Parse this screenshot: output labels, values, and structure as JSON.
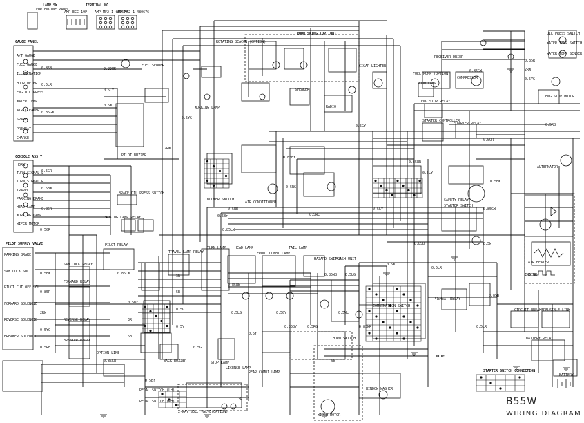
{
  "diagram": {
    "title": "B55W",
    "subtitle": "WIRING DIAGRAM"
  },
  "connectors": {
    "lamp_sw": "LAMP SW.",
    "for_engine_panel": "FOR ENGINE PANEL",
    "terminal_no": "TERMINAL NO",
    "pin_19": "AMP ECC 19P",
    "pin_6": "AMP MF2 1-480674",
    "pin_9": "AMP MF2 1-480676"
  },
  "panels": {
    "gauge_panel": "GAUGE PANEL",
    "console_assy": "CONSOLE ASS'Y",
    "pilot_supply_valve": "PILOT SUPPLY VALVE",
    "engine": "ENGINE",
    "note": "NOTE",
    "starter_switch_connection": "STARTER SWITCH CONNECTION",
    "room_swing": "ROOM SWING (OPTION)",
    "rotating_beacon": "ROTATING BEACON (OPTION)",
    "two_way_sol": "2-WAY SOL. VALVE(OPTION)",
    "option_line": "OPTION LINE"
  },
  "gauge_items": [
    "A/T GAUGE",
    "FUEL GAUGE",
    "ILLUMINATION",
    "HOUR METER",
    "ENG OIL PRESS",
    "WATER TEMP",
    "AIR CLEANER",
    "SPARE",
    "PREHEAT",
    "CHARGE"
  ],
  "console_items": [
    "HORN",
    "TURN SIGNAL L",
    "TURN SIGNAL R",
    "TRAVEL",
    "PARKING BRAKE",
    "HEAD LAMP",
    "WORKING LAMP",
    "WIPER MOTOR"
  ],
  "pilot_items": [
    "PARKING BRAKE",
    "SAM LOCK SOL",
    "PILOT CUT OFF SOL",
    "FORWARD SOLENOID",
    "REVERSE SOLENOID",
    "BREAKER SOLENOID"
  ],
  "components": {
    "fuel_sender": "FUEL SENDER",
    "receiver_dryer": "RECEIVER DRIER",
    "compressor": "COMPRESSOR",
    "room_lamp": "ROOM LAMP",
    "cigar_lighter": "CIGAR LIGHTER",
    "fuel_pump": "FUEL PUMP (OPTION)",
    "starter_controller": "STARTER CONTROLLER",
    "starter_relay": "STARTER RELAY",
    "safety_relay": "SAFETY RELAY",
    "starter_switch": "STARTER SWITCH",
    "alternator": "ALTERNATOR",
    "battery_relay": "BATTERY RELAY",
    "battery": "BATTERY",
    "circuit_breaker": "CIRCUIT BREAKER",
    "fusible_link": "FUSIBLE LINK",
    "heater_relay": "PREHEAT RELAY",
    "air_heater": "AIR HEATER",
    "pilot buzzer": "PILOT BUZZER",
    "blower_switch": "BLOWER SWITCH",
    "air_conditioner": "AIR CONDITIONER",
    "front_combi_lamp": "FRONT COMBI LAMP",
    "rear_combi_lamp": "REAR COMBI LAMP",
    "hazard_switch": "HAZARD SWITCH",
    "flash_unit": "FLASH UNIT",
    "horn_switch": "HORN SWITCH",
    "wiper_motor": "WIPER MOTOR",
    "washer": "WINDOW WASHER",
    "license_lamp": "LICENSE LAMP",
    "stop_lamp": "STOP LAMP",
    "back_buzzer": "BACK BUZZER",
    "brake_oil_press_switch": "BRAKE OIL PRESS SWITCH",
    "parking_lamp_relay": "PARKING LAMP RELAY",
    "working_lamp": "WORKING LAMP",
    "speaker": "SPEAKER",
    "radio": "RADIO",
    "eng_stop_motor": "ENG STOP MOTOR",
    "eng_stop_relay": "ENG STOP RELAY",
    "oil_press_switch": "OIL PRESS SWITCH",
    "water_temp_switch": "WATER TEMP SWITCH",
    "water_temp_sender": "WATER TEMP SENDER",
    "travel_lamp_relay": "TRAVEL LAMP RELAY",
    "pedal_switch_lh": "PEDAL SWITCH (LH)",
    "pedal_switch_rh": "PEDAL SWITCH (RH)",
    "pilot_relay": "PILOT RELAY",
    "sam_lock_relay": "SAM LOCK RELAY",
    "forward_relay": "FORWARD RELAY",
    "reverse_relay": "REVERSE RELAY",
    "breaker_relay": "BREAKER RELAY",
    "combination_switch": "COMBINATION SWITCH",
    "turn_lamp": "TURN LAMP",
    "tail_lamp": "TAIL LAMP",
    "head_lamp": "HEAD LAMP"
  },
  "wire_codes": [
    "0.85WR",
    "0.5LY",
    "0.5W",
    "0.85B",
    "0.5LR",
    "0.85GW",
    "0.5GR",
    "0.5BW",
    "0.85R",
    "2RW",
    "0.5YG",
    "0.5RB",
    "0.85LW",
    "0.5Br",
    "3R",
    "5B",
    "0.5G",
    "0.5Y",
    "0.85WB",
    "0.5LG",
    "0.5GY",
    "0.85BY",
    "0.5RG",
    "0.5WL"
  ]
}
